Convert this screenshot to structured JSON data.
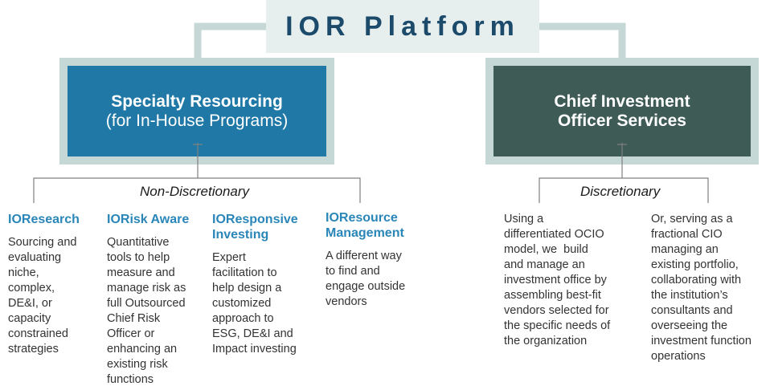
{
  "colors": {
    "title_text": "#1b4a6b",
    "title_bg": "#e6efee",
    "outer_frame": "#c5d8d6",
    "left_box": "#1f78a6",
    "right_box": "#3e5b56",
    "heading_blue": "#2a86b8",
    "connector": "#808080"
  },
  "title": "IOR Platform",
  "left_box": {
    "line1": "Specialty Resourcing",
    "line2": "(for In-House Programs)"
  },
  "right_box": {
    "line1": "Chief Investment",
    "line2": "Officer Services"
  },
  "left_branch_label": "Non-Discretionary",
  "right_branch_label": "Discretionary",
  "columns": [
    {
      "heading_1": "IOResearch",
      "heading_2": "",
      "lines": [
        "Sourcing and",
        "evaluating",
        "niche,",
        "complex,",
        "DE&I, or",
        "capacity",
        "constrained",
        "strategies"
      ]
    },
    {
      "heading_1": "IORisk Aware",
      "heading_2": "",
      "lines": [
        "Quantitative",
        "tools to help",
        "measure and",
        "manage risk as",
        "full Outsourced",
        "Chief Risk",
        "Officer or",
        "enhancing an",
        "existing risk",
        "functions"
      ]
    },
    {
      "heading_1": "IOResponsive",
      "heading_2": "Investing",
      "lines": [
        "Expert",
        "facilitation to",
        "help design a",
        "customized",
        "approach to",
        "ESG, DE&I and",
        "Impact investing"
      ]
    },
    {
      "heading_1": "IOResource",
      "heading_2": "Management",
      "lines": [
        "A different way",
        "to find and",
        "engage outside",
        "vendors"
      ]
    }
  ],
  "right_columns": [
    {
      "lines": [
        "Using a",
        "differentiated OCIO",
        "model, we  build",
        "and manage an",
        "investment office by",
        "assembling best-fit",
        "vendors selected for",
        "the specific needs of",
        "the organization"
      ]
    },
    {
      "lines": [
        "Or, serving as a",
        "fractional CIO",
        "managing an",
        "existing portfolio,",
        "collaborating with",
        "the institution’s",
        "consultants and",
        "overseeing the",
        "investment function",
        "operations"
      ]
    }
  ]
}
